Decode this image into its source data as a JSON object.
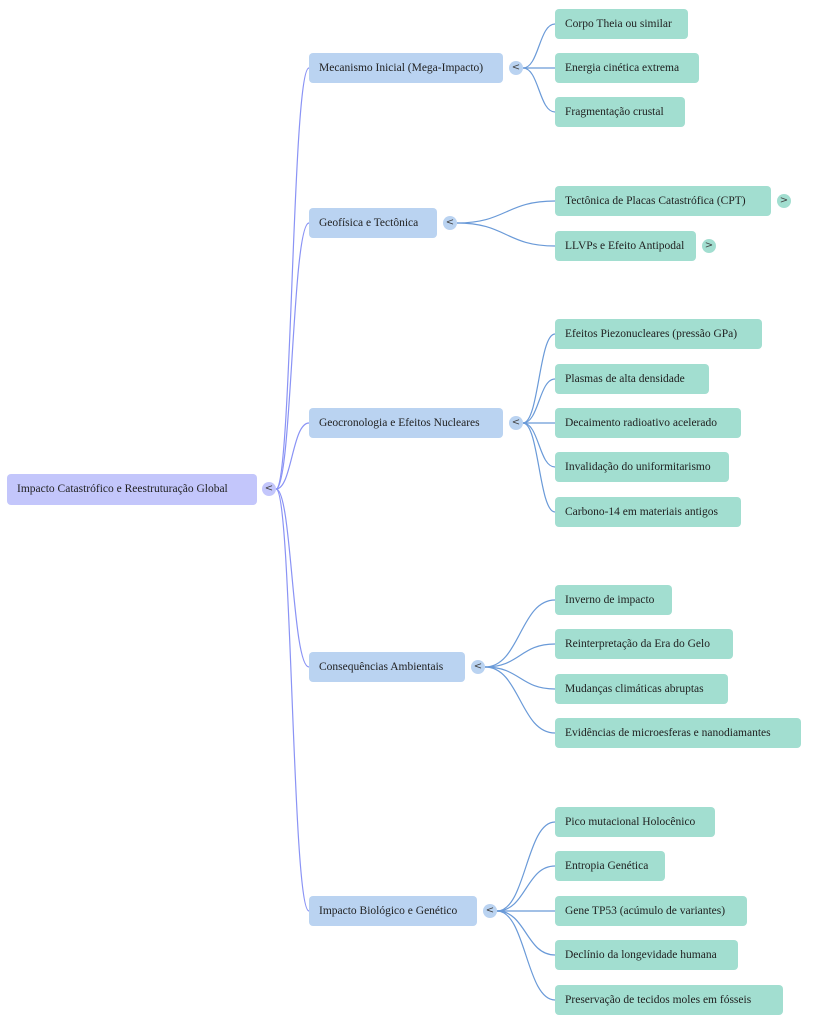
{
  "mindmap": {
    "root": {
      "label": "Impacto Catastrófico e Reestruturação Global",
      "toggle": "<"
    },
    "branches": [
      {
        "label": "Mecanismo Inicial (Mega-Impacto)",
        "toggle": "<",
        "children": [
          {
            "label": "Corpo Theia ou similar"
          },
          {
            "label": "Energia cinética extrema"
          },
          {
            "label": "Fragmentação crustal"
          }
        ]
      },
      {
        "label": "Geofísica e Tectônica",
        "toggle": "<",
        "children": [
          {
            "label": "Tectônica de Placas Catastrófica (CPT)",
            "toggle": ">"
          },
          {
            "label": "LLVPs e Efeito Antipodal",
            "toggle": ">"
          }
        ]
      },
      {
        "label": "Geocronologia e Efeitos Nucleares",
        "toggle": "<",
        "children": [
          {
            "label": "Efeitos Piezonucleares (pressão GPa)"
          },
          {
            "label": "Plasmas de alta densidade"
          },
          {
            "label": "Decaimento radioativo acelerado"
          },
          {
            "label": "Invalidação do uniformitarismo"
          },
          {
            "label": "Carbono-14 em materiais antigos"
          }
        ]
      },
      {
        "label": "Consequências Ambientais",
        "toggle": "<",
        "children": [
          {
            "label": "Inverno de impacto"
          },
          {
            "label": "Reinterpretação da Era do Gelo"
          },
          {
            "label": "Mudanças climáticas abruptas"
          },
          {
            "label": "Evidências de microesferas e nanodiamantes"
          }
        ]
      },
      {
        "label": "Impacto Biológico e Genético",
        "toggle": "<",
        "children": [
          {
            "label": "Pico mutacional Holocênico"
          },
          {
            "label": "Entropia Genética"
          },
          {
            "label": "Gene TP53 (acúmulo de variantes)"
          },
          {
            "label": "Declínio da longevidade humana"
          },
          {
            "label": "Preservação de tecidos moles em fósseis"
          }
        ]
      }
    ],
    "colors": {
      "root": "#c3c6fb",
      "branch": "#bad3f1",
      "leaf": "#a2ded0",
      "root_edge": "#8a93f5",
      "branch_edge": "#6a9ad8"
    }
  }
}
